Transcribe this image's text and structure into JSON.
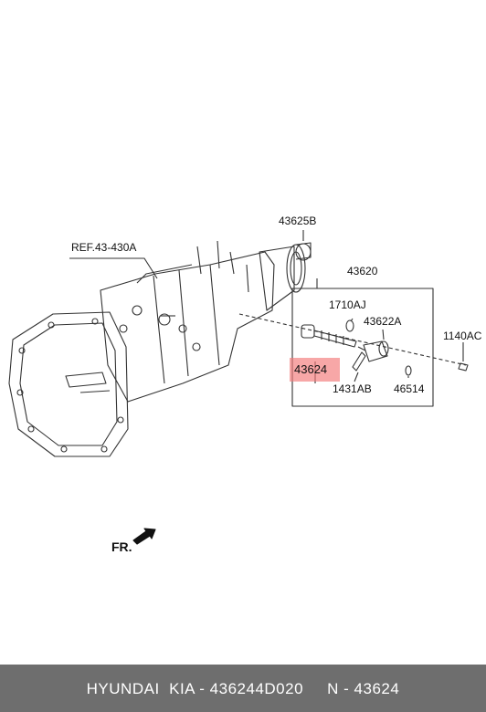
{
  "labels": {
    "ref": "REF.43-430A",
    "p43625B": "43625B",
    "p43620": "43620",
    "p1710AJ": "1710AJ",
    "p43622A": "43622A",
    "p1140AC": "1140AC",
    "p43624": "43624",
    "p1431AB": "1431AB",
    "p46514": "46514",
    "fr": "FR."
  },
  "highlight_color": "#f27878",
  "footer": {
    "text": "HYUNDAI  KIA - 436244D020     N - 43624"
  }
}
